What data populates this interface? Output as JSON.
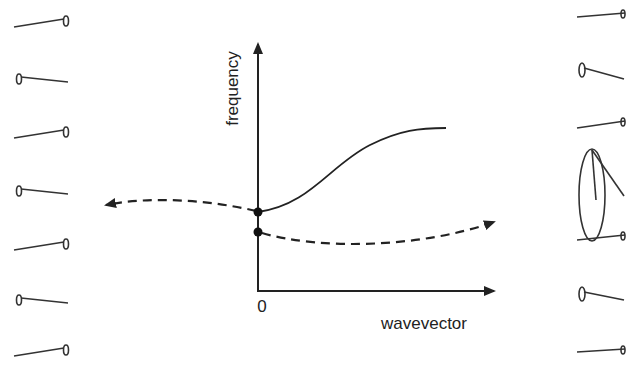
{
  "diagram": {
    "labels": [
      "frequency",
      "0",
      "wavevector"
    ]
  }
}
